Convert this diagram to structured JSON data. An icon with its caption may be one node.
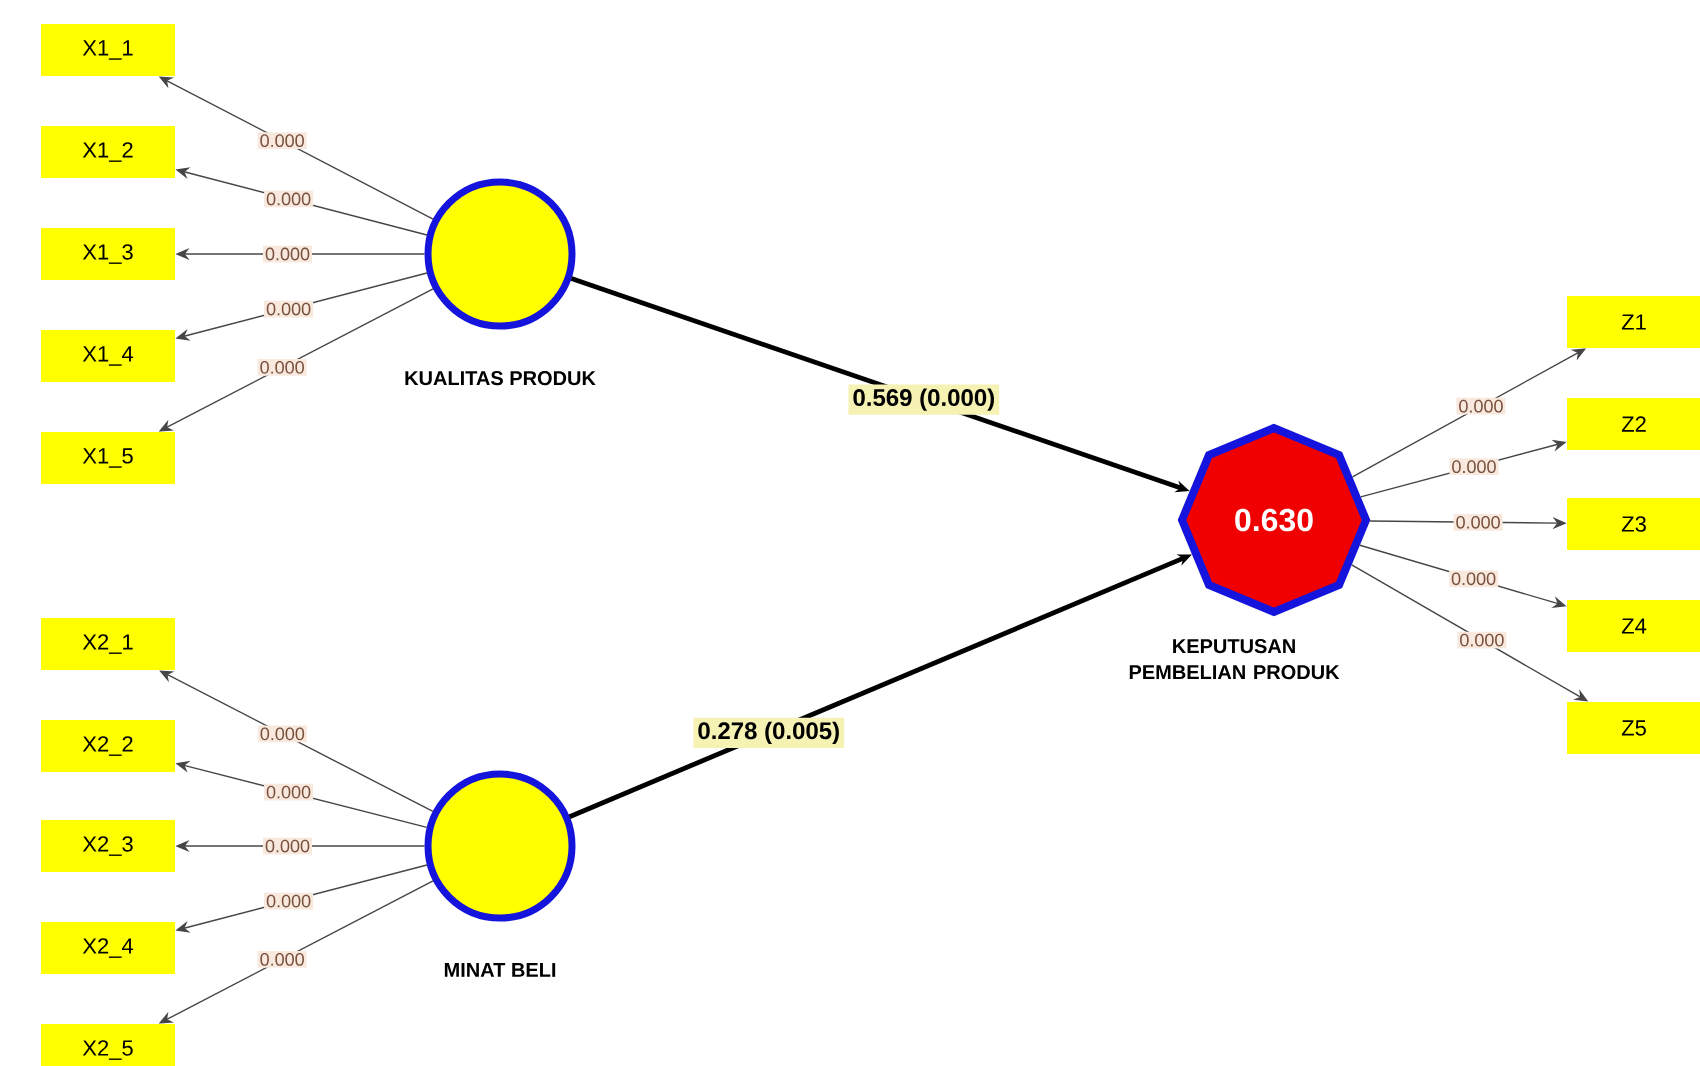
{
  "diagram": {
    "nodes": [
      {
        "text": [
          "X1_1"
        ]
      },
      {
        "text": [
          "X1_2"
        ]
      },
      {
        "text": [
          "X1_3"
        ]
      },
      {
        "text": [
          "X1_4"
        ]
      },
      {
        "text": [
          "X1_5"
        ]
      },
      {
        "text": [
          "KUALITAS PRODUK"
        ]
      },
      {
        "text": [
          "X2_1"
        ]
      },
      {
        "text": [
          "X2_2"
        ]
      },
      {
        "text": [
          "X2_3"
        ]
      },
      {
        "text": [
          "X2_4"
        ]
      },
      {
        "text": [
          "X2_5"
        ]
      },
      {
        "text": [
          "MINAT BELI"
        ]
      },
      {
        "text": [
          "0.630",
          "KEPUTUSAN PEMBELIAN PRODUK"
        ]
      },
      {
        "text": [
          "Z1"
        ]
      },
      {
        "text": [
          "Z2"
        ]
      },
      {
        "text": [
          "Z3"
        ]
      },
      {
        "text": [
          "Z4"
        ]
      },
      {
        "text": [
          "Z5"
        ]
      }
    ],
    "edges": [
      {
        "from": 5,
        "to": 0,
        "arrow": "to",
        "label": "0.000"
      },
      {
        "from": 5,
        "to": 1,
        "arrow": "to",
        "label": "0.000"
      },
      {
        "from": 5,
        "to": 2,
        "arrow": "to",
        "label": "0.000"
      },
      {
        "from": 5,
        "to": 3,
        "arrow": "to",
        "label": "0.000"
      },
      {
        "from": 5,
        "to": 4,
        "arrow": "to",
        "label": "0.000"
      },
      {
        "from": 11,
        "to": 6,
        "arrow": "to",
        "label": "0.000"
      },
      {
        "from": 11,
        "to": 7,
        "arrow": "to",
        "label": "0.000"
      },
      {
        "from": 11,
        "to": 8,
        "arrow": "to",
        "label": "0.000"
      },
      {
        "from": 11,
        "to": 9,
        "arrow": "to",
        "label": "0.000"
      },
      {
        "from": 11,
        "to": 10,
        "arrow": "to",
        "label": "0.000"
      },
      {
        "from": 5,
        "to": 12,
        "arrow": "to",
        "label": "0.569 (0.000)",
        "style": "thick"
      },
      {
        "from": 11,
        "to": 12,
        "arrow": "to",
        "label": "0.278 (0.005)",
        "style": "thick"
      },
      {
        "from": 12,
        "to": 13,
        "arrow": "to",
        "label": "0.000"
      },
      {
        "from": 12,
        "to": 14,
        "arrow": "to",
        "label": "0.000"
      },
      {
        "from": 12,
        "to": 15,
        "arrow": "to",
        "label": "0.000"
      },
      {
        "from": 12,
        "to": 16,
        "arrow": "to",
        "label": "0.000"
      },
      {
        "from": 12,
        "to": 17,
        "arrow": "to",
        "label": "0.000"
      }
    ]
  }
}
